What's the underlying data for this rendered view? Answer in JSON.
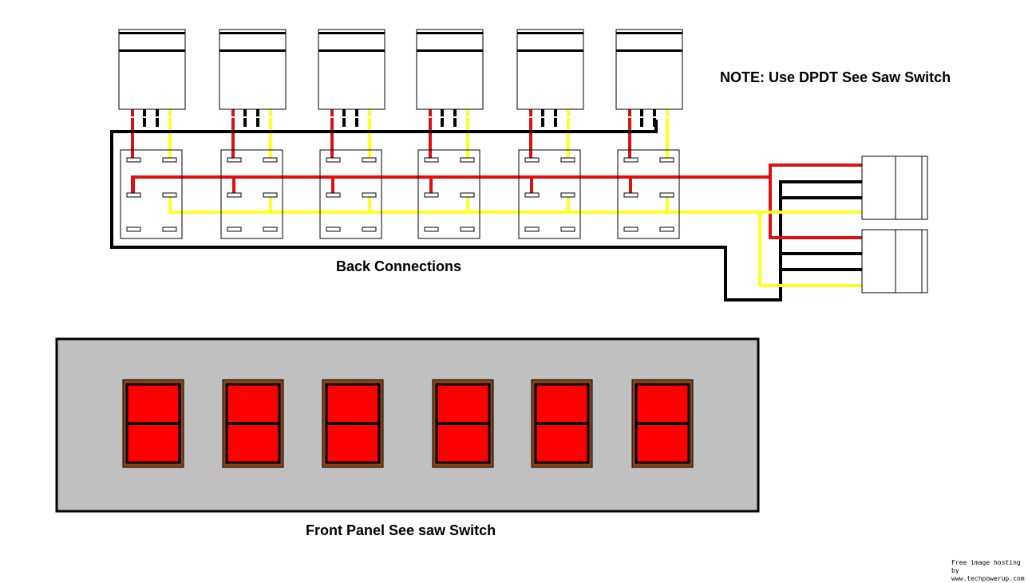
{
  "note": "NOTE: Use DPDT See Saw Switch",
  "back_label": "Back Connections",
  "front_label": "Front Panel See saw Switch",
  "watermark": {
    "line1": "Free image hosting by",
    "line2": "www.techpowerup.com"
  },
  "colors": {
    "red_wire": "#e01010",
    "yellow_wire": "#ffff22",
    "black_wire": "#000000",
    "panel": "#c0c0c0",
    "switch_face": "#ff0000",
    "switch_frame": "#8b4513"
  },
  "switch_count": 6,
  "connector_count": 2
}
